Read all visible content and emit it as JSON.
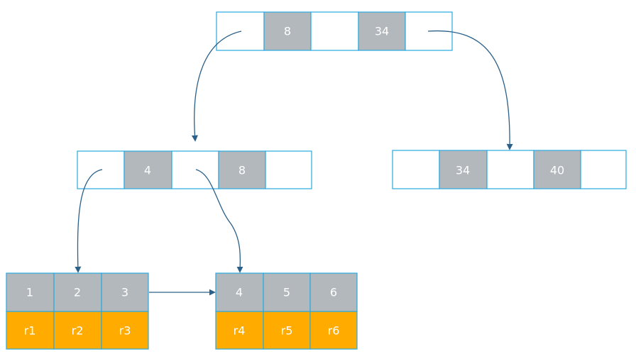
{
  "colors": {
    "border": "#29a9e0",
    "key_fill": "#b2b8bb",
    "pointer_fill": "#ffffff",
    "row_fill": "#ffab00",
    "text": "#ffffff",
    "edge": "#2b6089"
  },
  "root_node": {
    "keys": [
      "8",
      "34"
    ]
  },
  "internal_left": {
    "keys": [
      "4",
      "8"
    ]
  },
  "internal_right": {
    "keys": [
      "34",
      "40"
    ]
  },
  "leaf_1": {
    "keys": [
      "1",
      "2",
      "3"
    ],
    "rows": [
      "r1",
      "r2",
      "r3"
    ]
  },
  "leaf_2": {
    "keys": [
      "4",
      "5",
      "6"
    ],
    "rows": [
      "r4",
      "r5",
      "r6"
    ]
  }
}
